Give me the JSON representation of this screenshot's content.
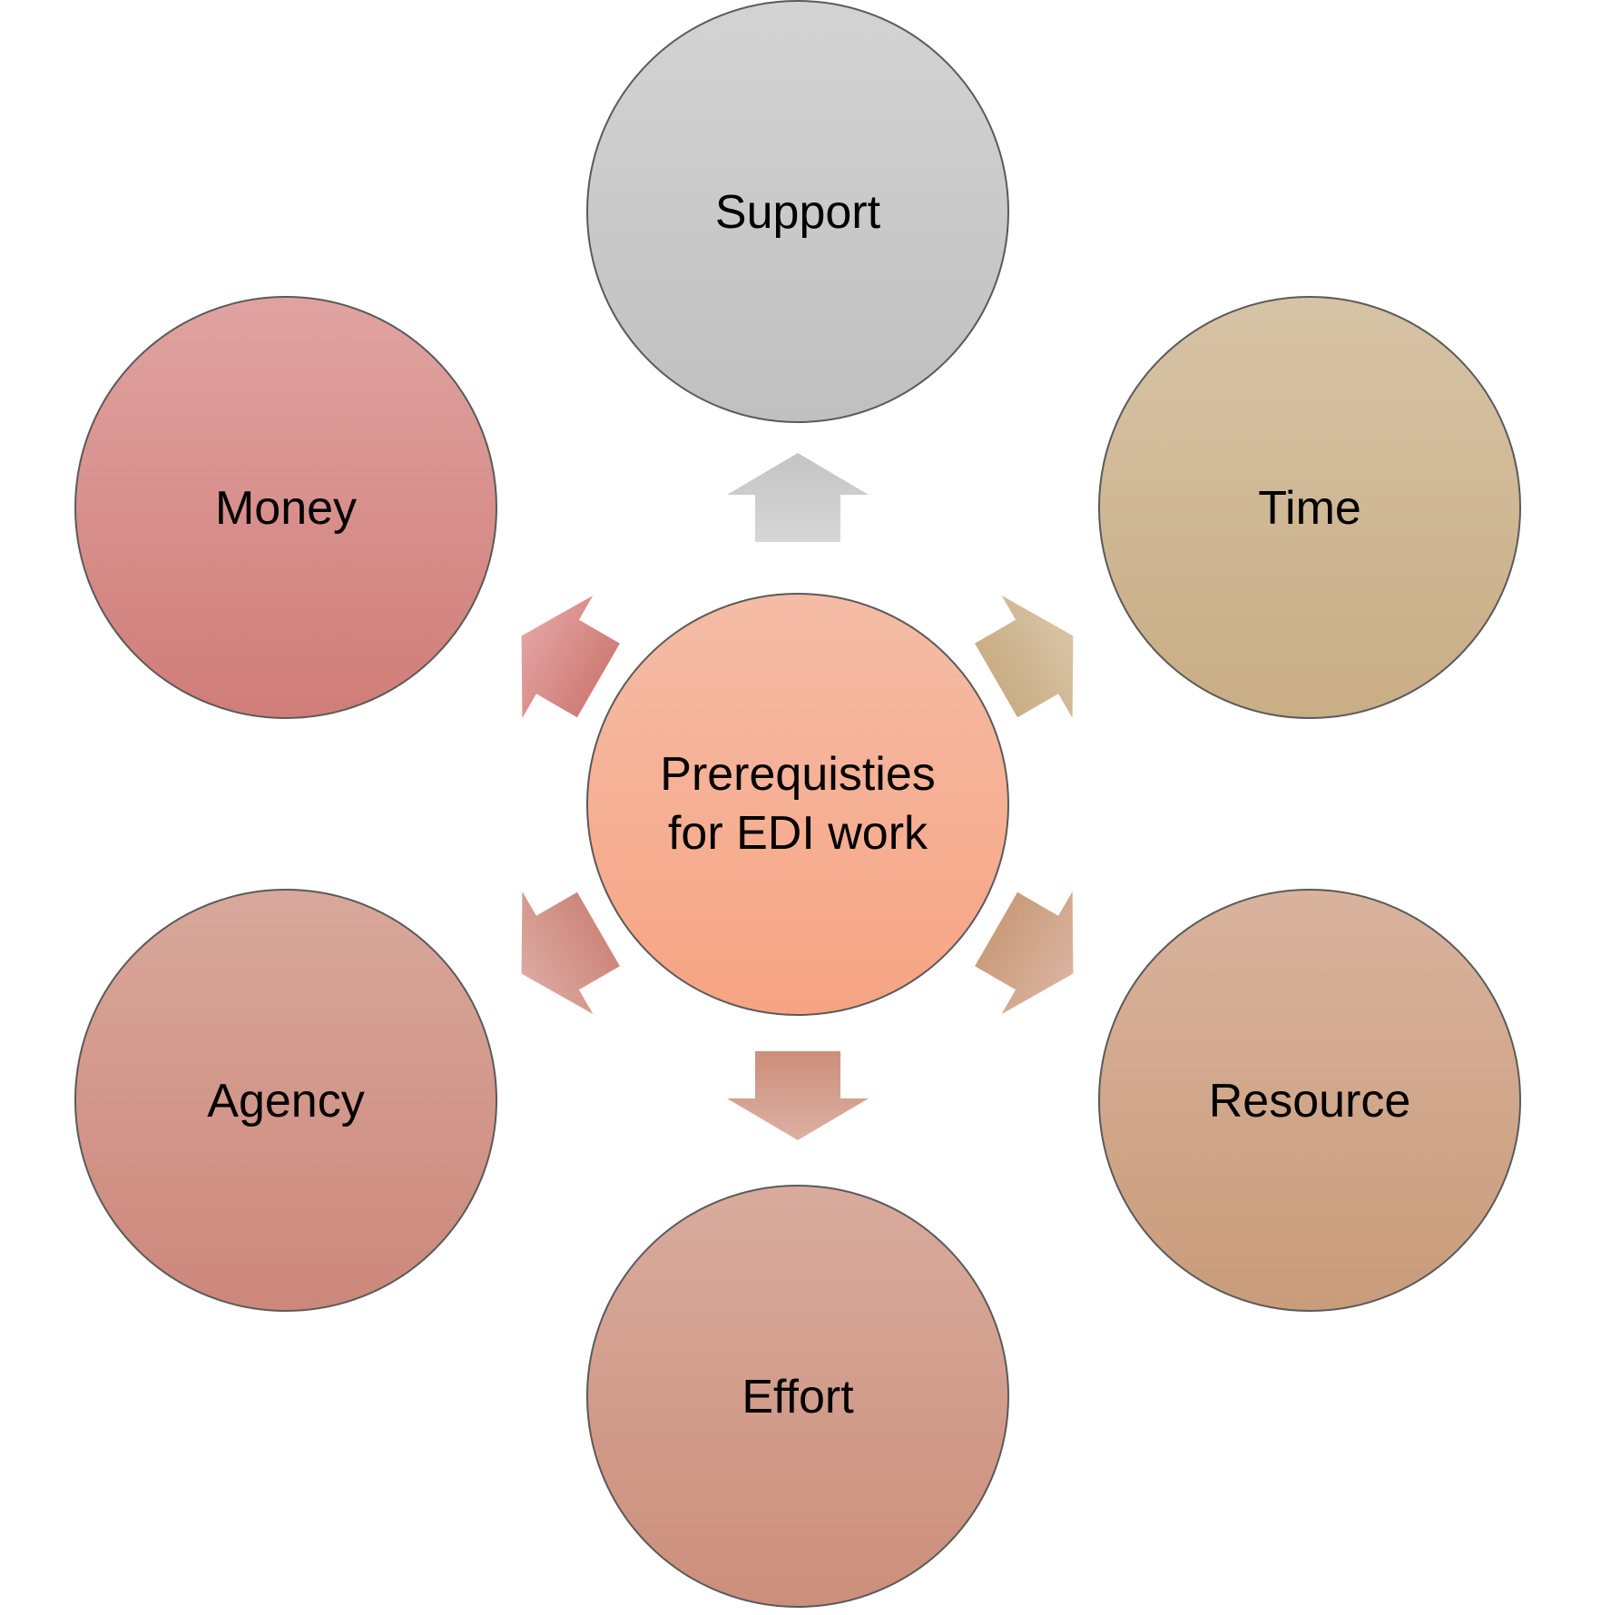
{
  "center": {
    "lines": [
      "Prerequisties",
      "for EDI work"
    ],
    "color_top": "#f5bca6",
    "color_bottom": "#f6a483"
  },
  "nodes": [
    {
      "id": "support",
      "label": "Support",
      "color_top": "#d3d3d3",
      "color_bottom": "#c0c0c0"
    },
    {
      "id": "time",
      "label": "Time",
      "color_top": "#d6c3a5",
      "color_bottom": "#c9ad85"
    },
    {
      "id": "resource",
      "label": "Resource",
      "color_top": "#d9b39d",
      "color_bottom": "#c99c7a"
    },
    {
      "id": "effort",
      "label": "Effort",
      "color_top": "#d8ab9d",
      "color_bottom": "#cc8f7a"
    },
    {
      "id": "agency",
      "label": "Agency",
      "color_top": "#d8a89b",
      "color_bottom": "#cd877b"
    },
    {
      "id": "money",
      "label": "Money",
      "color_top": "#e0a3a1",
      "color_bottom": "#d07d78"
    }
  ],
  "circle_stroke": "#5a5a5a",
  "arrow_directions": [
    "up",
    "up-right",
    "down-right",
    "down",
    "down-left",
    "up-left"
  ]
}
